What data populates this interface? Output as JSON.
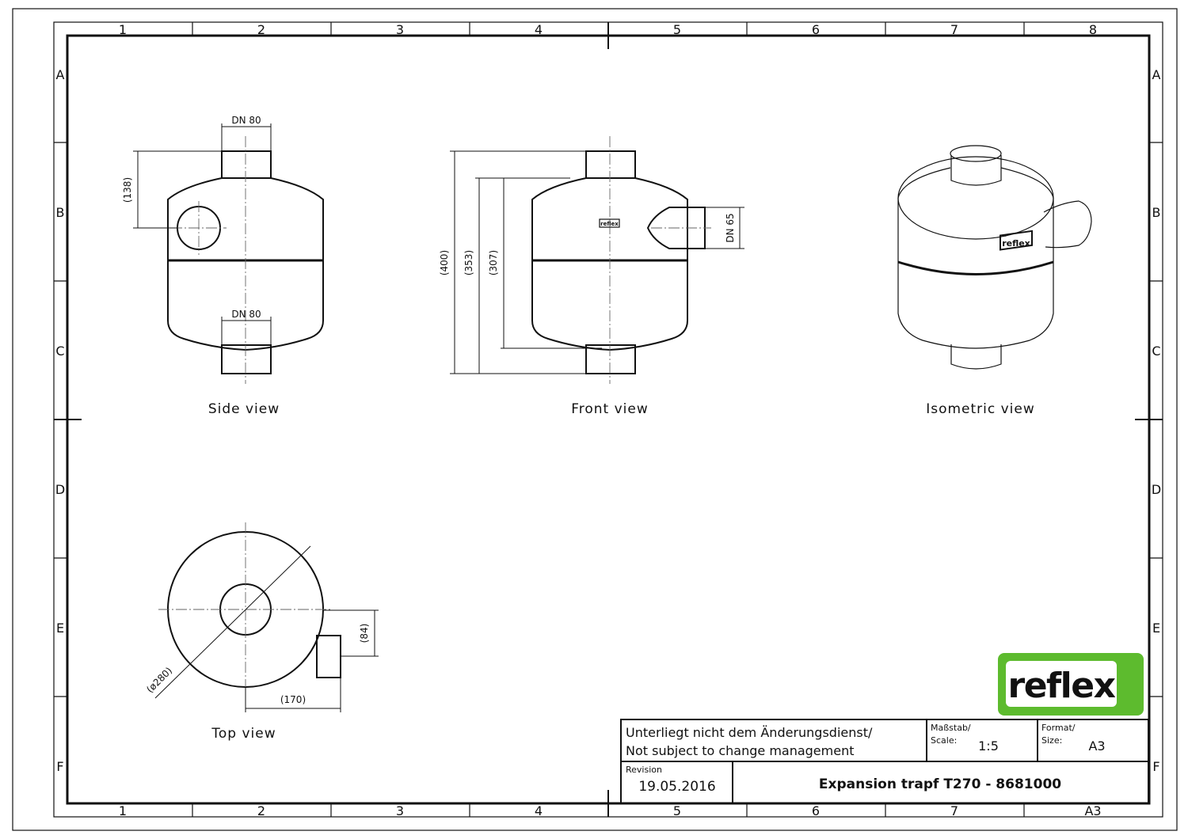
{
  "frame": {
    "columns": [
      "1",
      "2",
      "3",
      "4",
      "5",
      "6",
      "7",
      "8"
    ],
    "bottom_columns": [
      "1",
      "2",
      "3",
      "4",
      "5",
      "6",
      "7",
      "A3"
    ],
    "rows": [
      "A",
      "B",
      "C",
      "D",
      "E",
      "F"
    ]
  },
  "views": {
    "side": {
      "caption": "Side view",
      "dn_top": "DN 80",
      "dn_bottom": "DN 80",
      "dim_height": "(138)"
    },
    "front": {
      "caption": "Front view",
      "dim_400": "(400)",
      "dim_353": "(353)",
      "dim_307": "(307)",
      "dn_side": "DN 65",
      "badge": "reflex"
    },
    "isometric": {
      "caption": "Isometric view",
      "badge": "reflex"
    },
    "top": {
      "caption": "Top view",
      "dim_dia": "(ø280)",
      "dim_84": "(84)",
      "dim_170": "(170)"
    }
  },
  "logo": {
    "text": "reflex",
    "color": "#5dbb2e"
  },
  "title_block": {
    "note_de": "Unterliegt nicht dem Änderungsdienst/",
    "note_en": "Not subject to change management",
    "scale_label_de": "Maßstab/",
    "scale_label_en": "Scale:",
    "scale_value": "1:5",
    "format_label_de": "Format/",
    "format_label_en": "Size:",
    "format_value": "A3",
    "revision_label": "Revision",
    "revision_date": "19.05.2016",
    "title": "Expansion trapf T270 - 8681000"
  }
}
